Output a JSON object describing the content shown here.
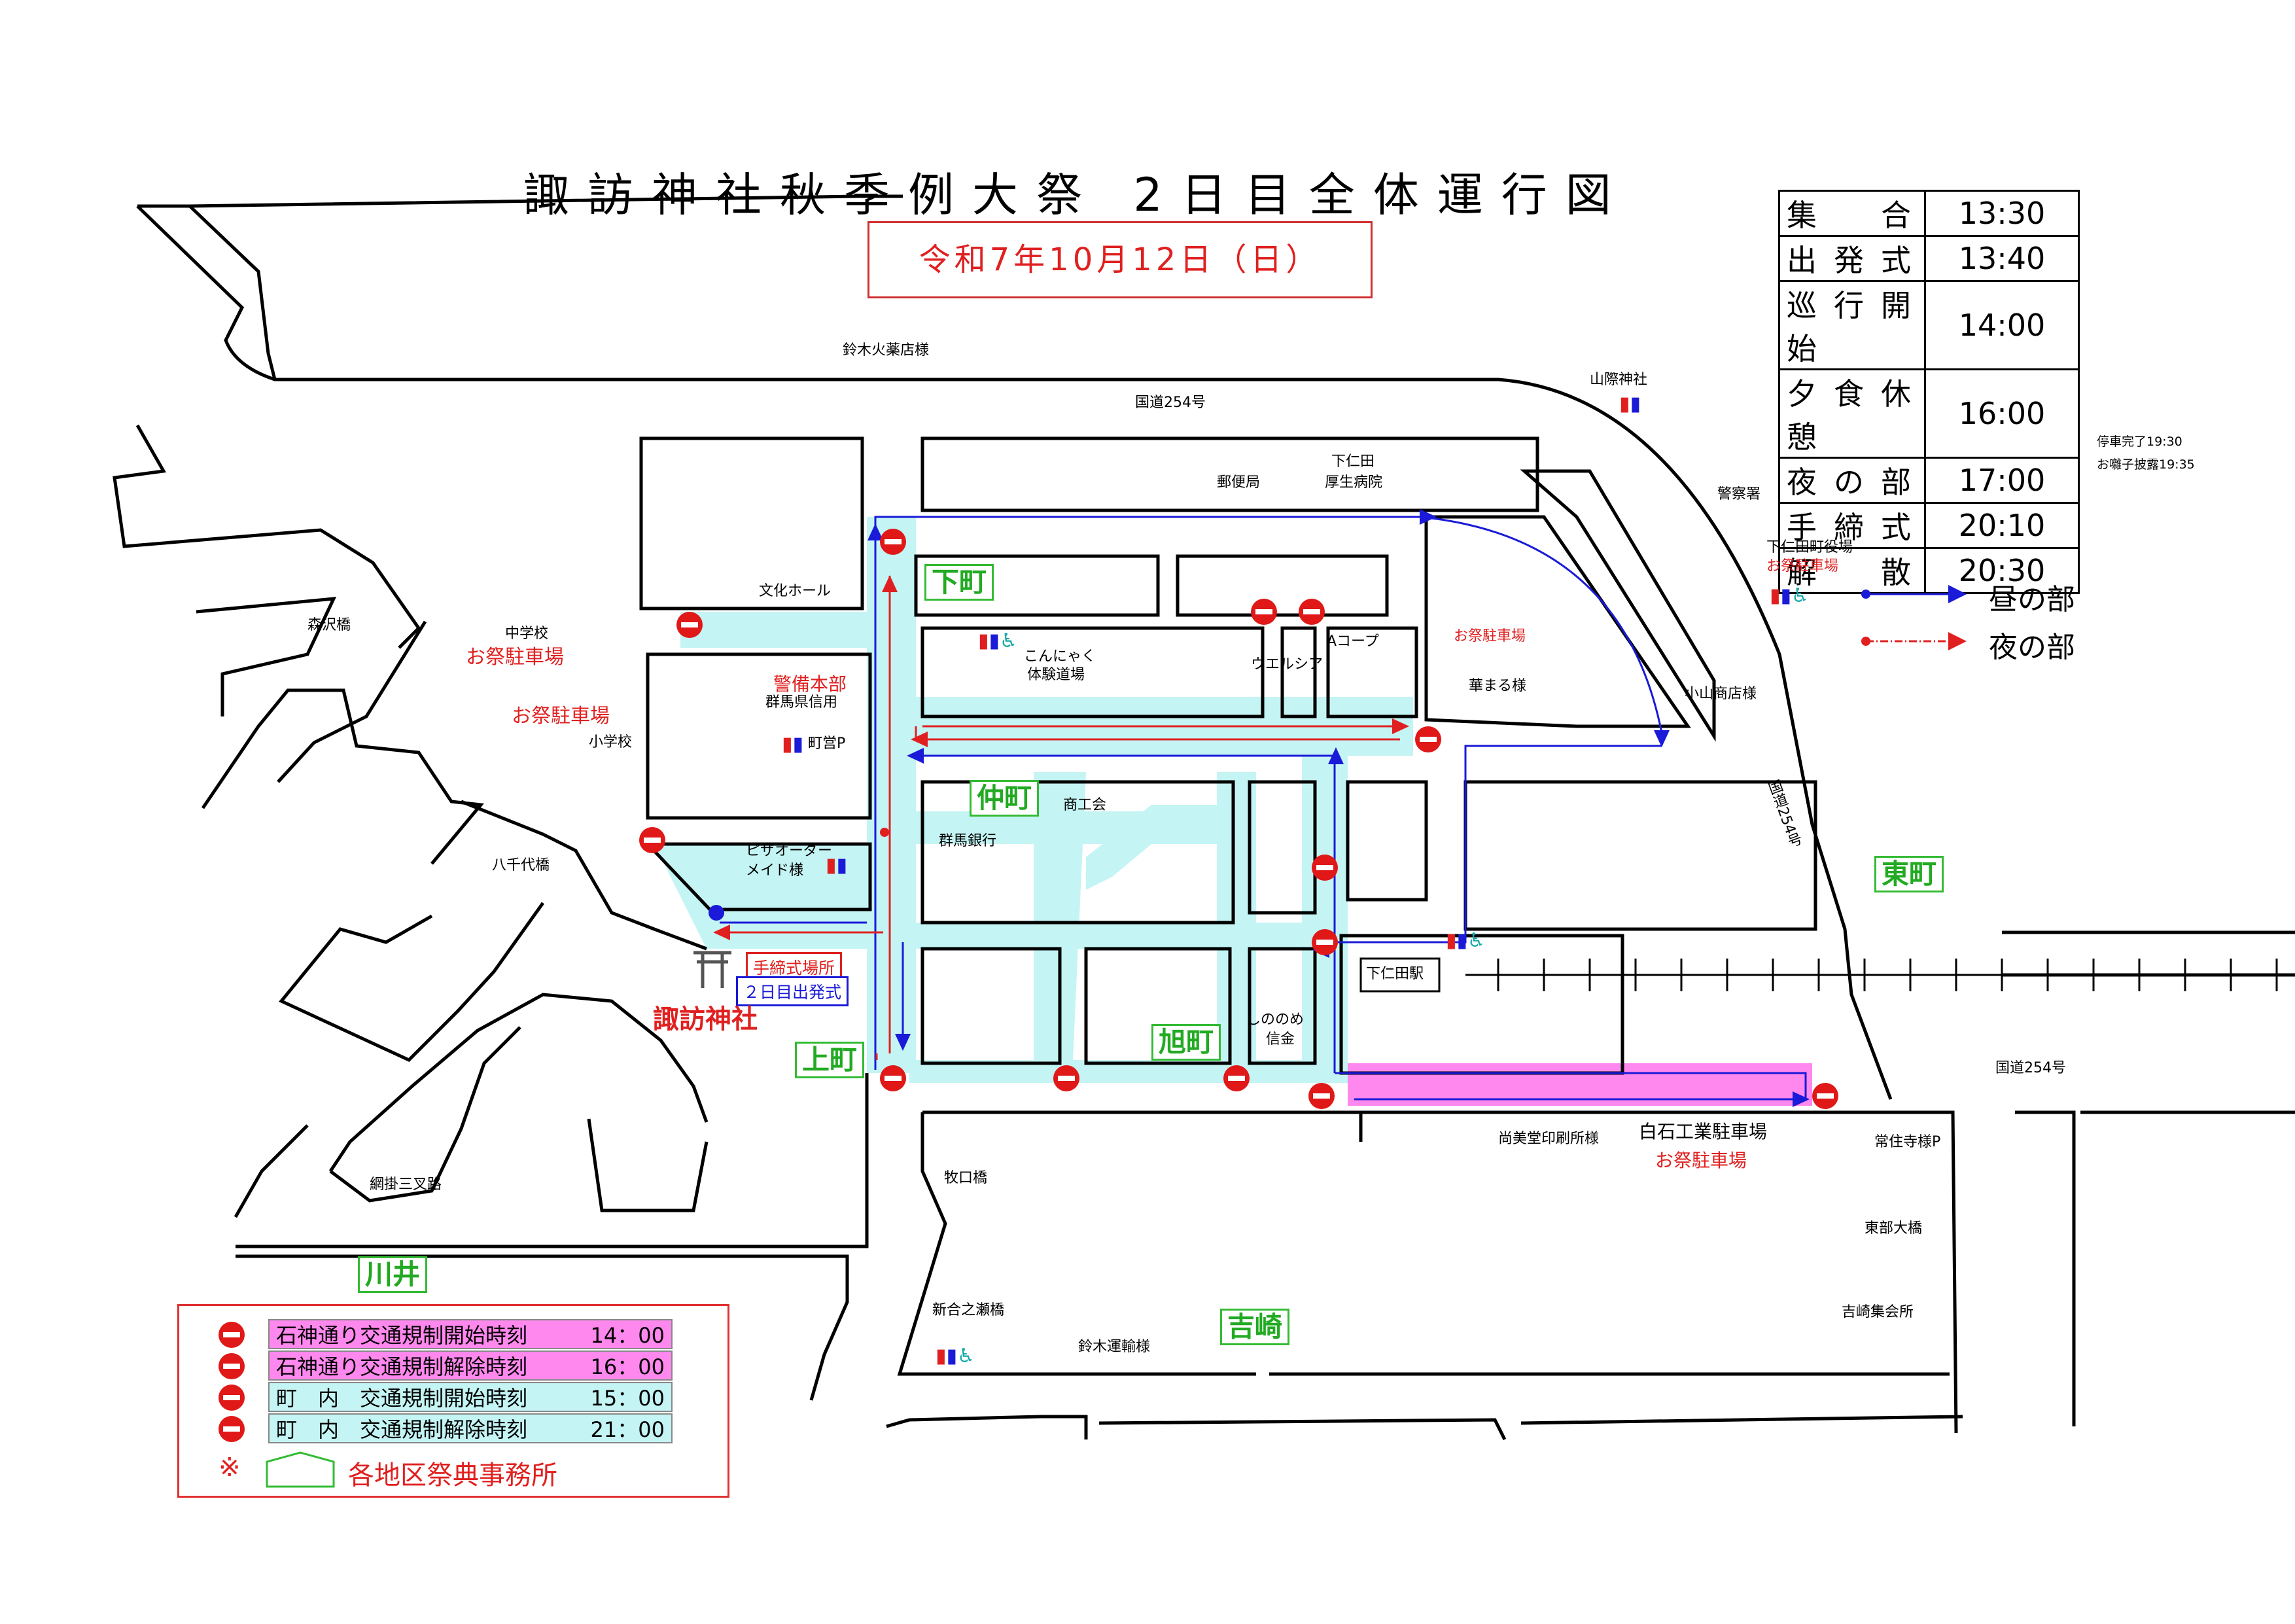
{
  "title": "諏訪神社秋季例大祭 2日目全体運行図",
  "date": "令和7年10月12日（日）",
  "schedule": [
    {
      "label": "集合",
      "time": "13:30"
    },
    {
      "label": "出発式",
      "time": "13:40"
    },
    {
      "label": "巡行開始",
      "time": "14:00"
    },
    {
      "label": "夕食休憩",
      "time": "16:00"
    },
    {
      "label": "夜の部",
      "time": "17:00"
    },
    {
      "label": "手締式",
      "time": "20:10"
    },
    {
      "label": "解散",
      "time": "20:30"
    }
  ],
  "schedule_notes": [
    "停車完了19:30",
    "お囃子披露19:35"
  ],
  "route_legend": {
    "day": "昼の部",
    "night": "夜の部",
    "day_color": "#1a1ad8",
    "night_color": "#e02020"
  },
  "traffic_legend": [
    {
      "text": "石神通り交通規制開始時刻",
      "time": "14：00",
      "bg": "#ff88ee"
    },
    {
      "text": "石神通り交通規制解除時刻",
      "time": "16：00",
      "bg": "#ff88ee"
    },
    {
      "text": "町　内　交通規制開始時刻",
      "time": "15：00",
      "bg": "#c4f4f4"
    },
    {
      "text": "町　内　交通規制解除時刻",
      "time": "21：00",
      "bg": "#c4f4f4"
    }
  ],
  "office_note_mark": "※",
  "office_note": "各地区祭典事務所",
  "districts": {
    "shimomachi": "下町",
    "nakamachi": "仲町",
    "kamimachi": "上町",
    "asahimachi": "旭町",
    "higashimachi": "東町",
    "kawai": "川井",
    "yoshizaki": "吉崎"
  },
  "landmarks": {
    "suzuki_pharmacy": "鈴木火薬店様",
    "route254_top": "国道254号",
    "route254_right": "国道254号",
    "route254_vertical": "国道254号",
    "yamagiwa_shrine": "山際神社",
    "post_office": "郵便局",
    "shimonita": "下仁田",
    "kosei_hospital": "厚生病院",
    "police": "警察署",
    "town_office": "下仁田町役場",
    "festival_parking": "お祭駐車場",
    "bunka_hall": "文化ホール",
    "morisawa_bridge": "森沢橋",
    "junior_high": "中学校",
    "hq": "警備本部",
    "gunma_shinyo": "群馬県信用",
    "konnyaku": "こんにゃく",
    "taiken": "体験道場",
    "acoop": "Aコープ",
    "welcia": "ウエルシア",
    "hanamaru": "華まる様",
    "koyama": "小山商店様",
    "elementary": "小学校",
    "machiei": "町営P",
    "shokokai": "商工会",
    "gunma_bank": "群馬銀行",
    "yachiyo": "八千代橋",
    "pizza": "ピザオーダー",
    "maid": "メイド様",
    "tejime_place": "手締式場所",
    "departure": "２日目出発式",
    "suwa_shrine": "諏訪神社",
    "station": "下仁田駅",
    "shinonome": "しののめ",
    "shinkin": "信金",
    "shobido": "尚美堂印刷所様",
    "shiraishi": "白石工業駐車場",
    "josuiji": "常住寺様P",
    "amikake": "網掛三叉路",
    "makiguchi": "牧口橋",
    "tobu_bridge": "東部大橋",
    "shingo": "新合之瀬橋",
    "suzuki_unyu": "鈴木運輸様",
    "yoshizaki_hall": "吉崎集会所"
  }
}
